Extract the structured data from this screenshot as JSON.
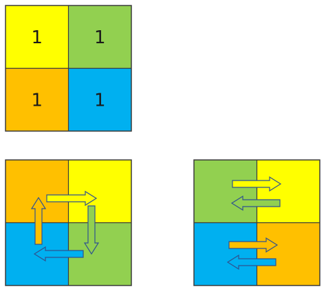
{
  "colors": {
    "yellow": "#FFFF00",
    "green": "#92D050",
    "orange": "#FFC000",
    "blue": "#00B0F0",
    "border": "#3b3b3b",
    "arrow_outline": "#2f528f"
  },
  "grids": [
    {
      "id": "grid-top",
      "cells": [
        {
          "name": "cell-top-left",
          "color": "yellow",
          "label": "1"
        },
        {
          "name": "cell-top-right",
          "color": "green",
          "label": "1"
        },
        {
          "name": "cell-bottom-left",
          "color": "orange",
          "label": "1"
        },
        {
          "name": "cell-bottom-right",
          "color": "blue",
          "label": "1"
        }
      ]
    },
    {
      "id": "grid-rotate",
      "cells": [
        {
          "name": "cell-top-left",
          "color": "orange"
        },
        {
          "name": "cell-top-right",
          "color": "yellow"
        },
        {
          "name": "cell-bottom-left",
          "color": "blue"
        },
        {
          "name": "cell-bottom-right",
          "color": "green"
        }
      ],
      "arrows": [
        {
          "name": "arrow-right",
          "color": "yellow",
          "direction": "right"
        },
        {
          "name": "arrow-down",
          "color": "green",
          "direction": "down"
        },
        {
          "name": "arrow-left",
          "color": "blue",
          "direction": "left"
        },
        {
          "name": "arrow-up",
          "color": "orange",
          "direction": "up"
        }
      ]
    },
    {
      "id": "grid-swap",
      "cells": [
        {
          "name": "cell-top-left",
          "color": "green"
        },
        {
          "name": "cell-top-right",
          "color": "yellow"
        },
        {
          "name": "cell-bottom-left",
          "color": "blue"
        },
        {
          "name": "cell-bottom-right",
          "color": "orange"
        }
      ],
      "arrows": [
        {
          "name": "arrow-top-right",
          "color": "yellow",
          "direction": "right"
        },
        {
          "name": "arrow-top-left",
          "color": "green",
          "direction": "left"
        },
        {
          "name": "arrow-bottom-right",
          "color": "orange",
          "direction": "right"
        },
        {
          "name": "arrow-bottom-left",
          "color": "blue",
          "direction": "left"
        }
      ]
    }
  ]
}
